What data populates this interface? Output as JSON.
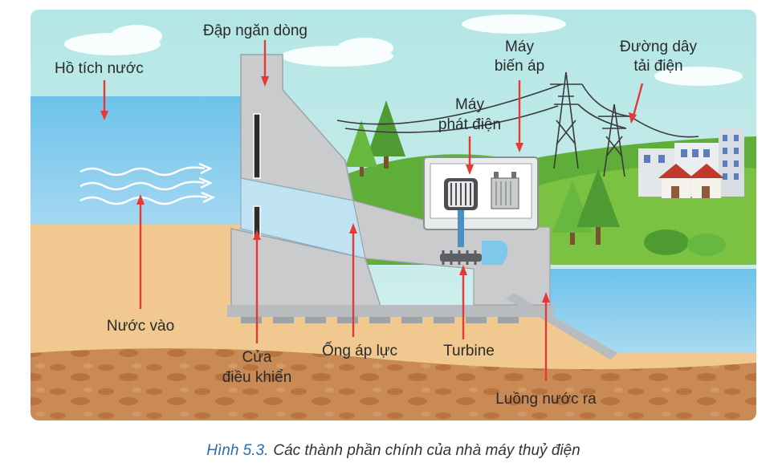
{
  "labels": {
    "reservoir": "Hồ tích nước",
    "dam": "Đập ngăn dòng",
    "transformer_l1": "Máy",
    "transformer_l2": "biến áp",
    "power_line_l1": "Đường dây",
    "power_line_l2": "tải điện",
    "generator_l1": "Máy",
    "generator_l2": "phát điện",
    "water_in": "Nước vào",
    "gate_l1": "Cửa",
    "gate_l2": "điều khiển",
    "penstock": "Ống áp lực",
    "turbine": "Turbine",
    "outflow": "Luồng nước ra"
  },
  "caption": {
    "number": "Hình 5.3.",
    "text": "Các thành phần chính của nhà máy thuỷ điện"
  },
  "icons": [
    "sun-cloud-icon",
    "tree-icon",
    "house-icon",
    "pylon-icon",
    "generator-icon",
    "transformer-icon",
    "turbine-icon"
  ],
  "colors": {
    "sky": "#a6e2e3",
    "water": "#7ec8ec",
    "concrete": "#c9cbcc",
    "ground": "#f0c890",
    "soil": "#c98a55",
    "grass": "#7cc242",
    "arrow": "#e53935",
    "caption_number": "#2b6cb0"
  }
}
